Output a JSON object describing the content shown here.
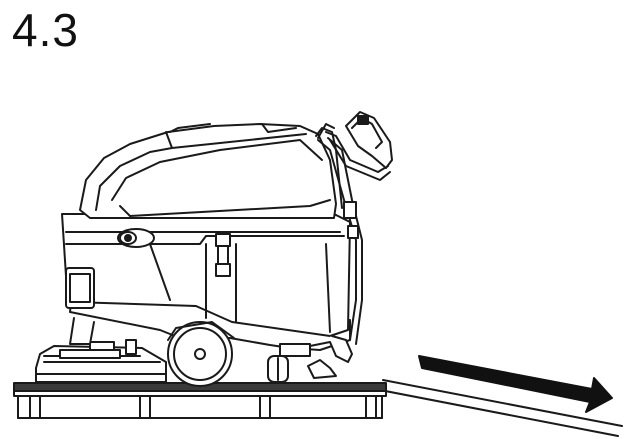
{
  "step": {
    "number": "4.3"
  },
  "illustration": {
    "subject": "floor-scrubber-on-pallet",
    "arrow_direction": "down-right",
    "colors": {
      "stroke": "#1a1a1a",
      "fill": "#ffffff",
      "shade": "#dcdcdc",
      "arrow": "#111111"
    }
  }
}
